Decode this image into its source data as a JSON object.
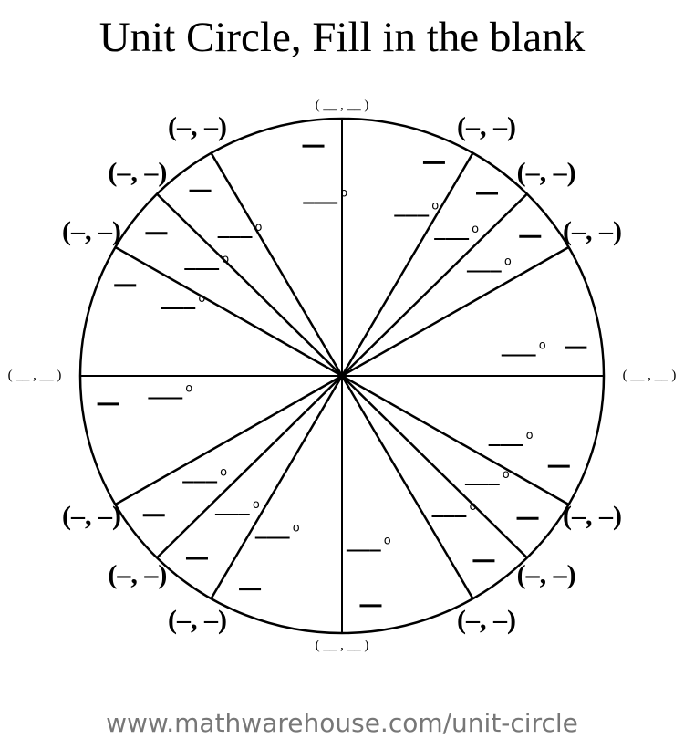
{
  "title": "Unit Circle, Fill in the blank",
  "url": "www.mathwarehouse.com/unit-circle",
  "blank_degree": "___",
  "degree_symbol": "o",
  "blank_radian": "__",
  "points": [
    {
      "angle_deg": 0,
      "label": "( __ , __ )",
      "style": "small"
    },
    {
      "angle_deg": 30,
      "label": "(–, –)",
      "style": "big"
    },
    {
      "angle_deg": 45,
      "label": "(–, –)",
      "style": "big"
    },
    {
      "angle_deg": 60,
      "label": "(–, –)",
      "style": "big"
    },
    {
      "angle_deg": 90,
      "label": "( __ , __ )",
      "style": "small"
    },
    {
      "angle_deg": 120,
      "label": "(–, –)",
      "style": "big"
    },
    {
      "angle_deg": 135,
      "label": "(–, –)",
      "style": "big"
    },
    {
      "angle_deg": 150,
      "label": "(–, –)",
      "style": "big"
    },
    {
      "angle_deg": 180,
      "label": "( __ , __ )",
      "style": "small"
    },
    {
      "angle_deg": 210,
      "label": "(–, –)",
      "style": "big"
    },
    {
      "angle_deg": 225,
      "label": "(–, –)",
      "style": "big"
    },
    {
      "angle_deg": 240,
      "label": "(–, –)",
      "style": "big"
    },
    {
      "angle_deg": 270,
      "label": "( __ , __ )",
      "style": "small"
    },
    {
      "angle_deg": 300,
      "label": "(–, –)",
      "style": "big"
    },
    {
      "angle_deg": 315,
      "label": "(–, –)",
      "style": "big"
    },
    {
      "angle_deg": 330,
      "label": "(–, –)",
      "style": "big"
    }
  ]
}
